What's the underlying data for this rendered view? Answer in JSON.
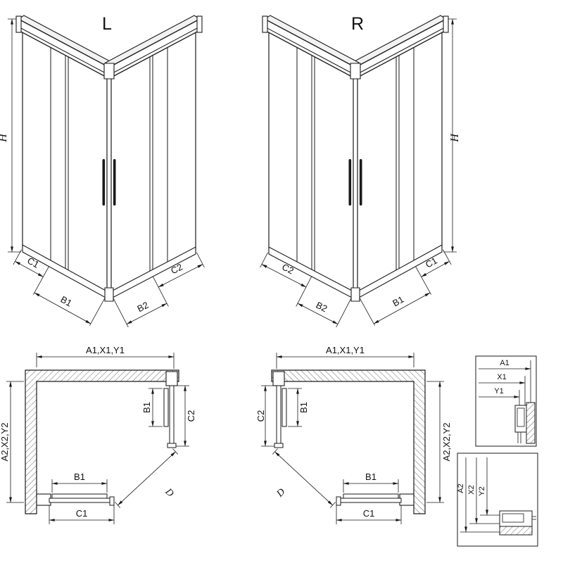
{
  "page": {
    "background": "#ffffff",
    "ink": "#1a1a1a"
  },
  "iso_left": {
    "view_label": "L",
    "height_dim": "H",
    "left_wall_fixed_dim": "C1",
    "left_wall_door_dim": "B1",
    "right_wall_door_dim": "B2",
    "right_wall_fixed_dim": "C2"
  },
  "iso_right": {
    "view_label": "R",
    "height_dim": "H",
    "left_wall_fixed_dim": "C2",
    "left_wall_door_dim": "B2",
    "right_wall_door_dim": "B1",
    "right_wall_fixed_dim": "C1"
  },
  "plan_left": {
    "width_dim": "A1,X1,Y1",
    "depth_dim": "A2,X2,Y2",
    "side_door_dim": "B1",
    "side_fixed_dim": "C2",
    "front_door_dim": "B1",
    "front_fixed_dim": "C1",
    "entry_dim": "D"
  },
  "plan_right": {
    "width_dim": "A1,X1,Y1",
    "depth_dim": "A2,X2,Y2",
    "side_door_dim": "B1",
    "side_fixed_dim": "C2",
    "front_door_dim": "B1",
    "front_fixed_dim": "C1",
    "entry_dim": "D"
  },
  "detail_width": {
    "outer_dim": "A1",
    "mid_dim": "X1",
    "inner_dim": "Y1"
  },
  "detail_depth": {
    "outer_dim": "A2",
    "mid_dim": "X2",
    "inner_dim": "Y2"
  }
}
